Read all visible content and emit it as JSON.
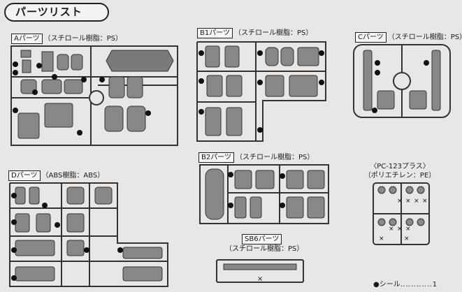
{
  "page": {
    "title": "パーツリスト"
  },
  "sprues": [
    {
      "id": "A",
      "tag": "Aパーツ",
      "material": "（スチロール樹脂：PS）"
    },
    {
      "id": "B1",
      "tag": "B1パーツ",
      "material": "（スチロール樹脂：PS）"
    },
    {
      "id": "C",
      "tag": "Cパーツ",
      "material": "（スチロール樹脂：PS）"
    },
    {
      "id": "D",
      "tag": "Dパーツ",
      "material": "（ABS樹脂：ABS）"
    },
    {
      "id": "B2",
      "tag": "B2パーツ",
      "material": "（スチロール樹脂：PS）"
    },
    {
      "id": "SB6",
      "tag": "SB6パーツ",
      "material": "（スチロール樹脂：PS）"
    }
  ],
  "pc": {
    "line1": "〈PC-123プラス〉",
    "line2": "（ポリエチレン：PE）"
  },
  "seal": {
    "label": "●シール",
    "count": "1"
  }
}
